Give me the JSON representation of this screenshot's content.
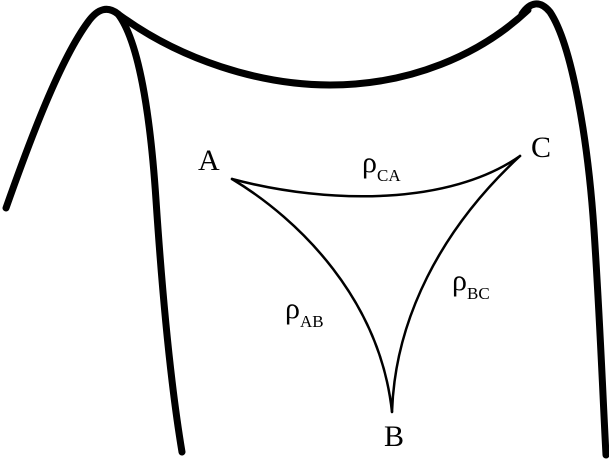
{
  "vertices": {
    "a": "A",
    "b": "B",
    "c": "C"
  },
  "edges": {
    "ca": {
      "symbol": "ρ",
      "subscript": "CA"
    },
    "ab": {
      "symbol": "ρ",
      "subscript": "AB"
    },
    "bc": {
      "symbol": "ρ",
      "subscript": "BC"
    }
  },
  "colors": {
    "stroke": "#000000",
    "background": "#ffffff"
  }
}
